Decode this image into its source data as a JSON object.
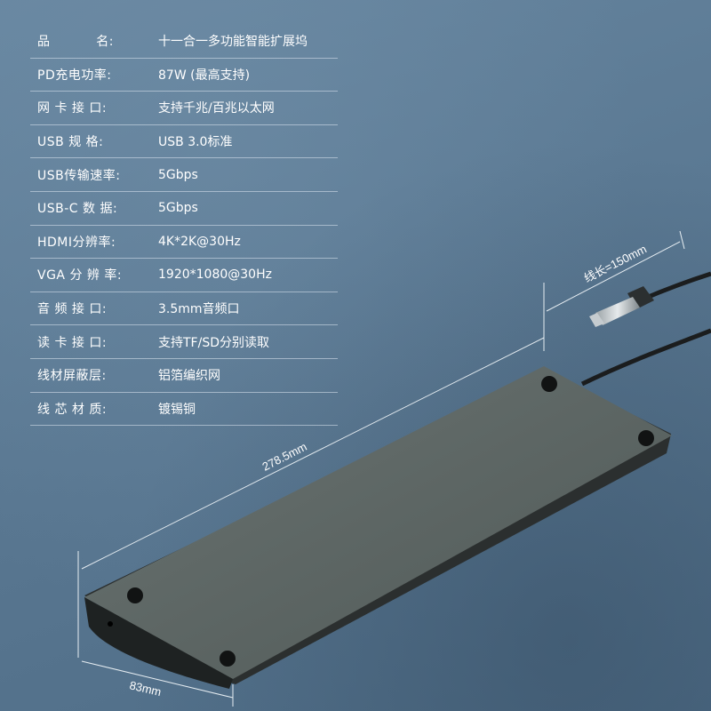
{
  "specs": [
    {
      "label_left": "品",
      "label_right": "名:",
      "value": "十一合一多功能智能扩展坞"
    },
    {
      "label": "PD充电功率:",
      "value": "87W (最高支持)"
    },
    {
      "label": "网 卡 接 口:",
      "value": "支持千兆/百兆以太网"
    },
    {
      "label": "USB 规 格:",
      "value": "USB 3.0标准"
    },
    {
      "label": "USB传输速率:",
      "value": "5Gbps"
    },
    {
      "label": "USB-C 数 据:",
      "value": "5Gbps"
    },
    {
      "label": "HDMI分辨率:",
      "value": "4K*2K@30Hz"
    },
    {
      "label": "VGA 分 辨 率:",
      "value": "1920*1080@30Hz"
    },
    {
      "label": "音 频 接 口:",
      "value": "3.5mm音频口"
    },
    {
      "label": "读 卡 接 口:",
      "value": "支持TF/SD分别读取"
    },
    {
      "label": "线材屏蔽层:",
      "value": "铝箔编织网"
    },
    {
      "label": "线 芯 材 质:",
      "value": "镀锡铜"
    }
  ],
  "dimensions": {
    "cable_length": "线长=150mm",
    "length": "278.5mm",
    "width": "83mm"
  },
  "colors": {
    "background": "#5d7b93",
    "device_body": "#5d6664",
    "device_edge": "#2b2f2f",
    "text": "#ffffff"
  }
}
